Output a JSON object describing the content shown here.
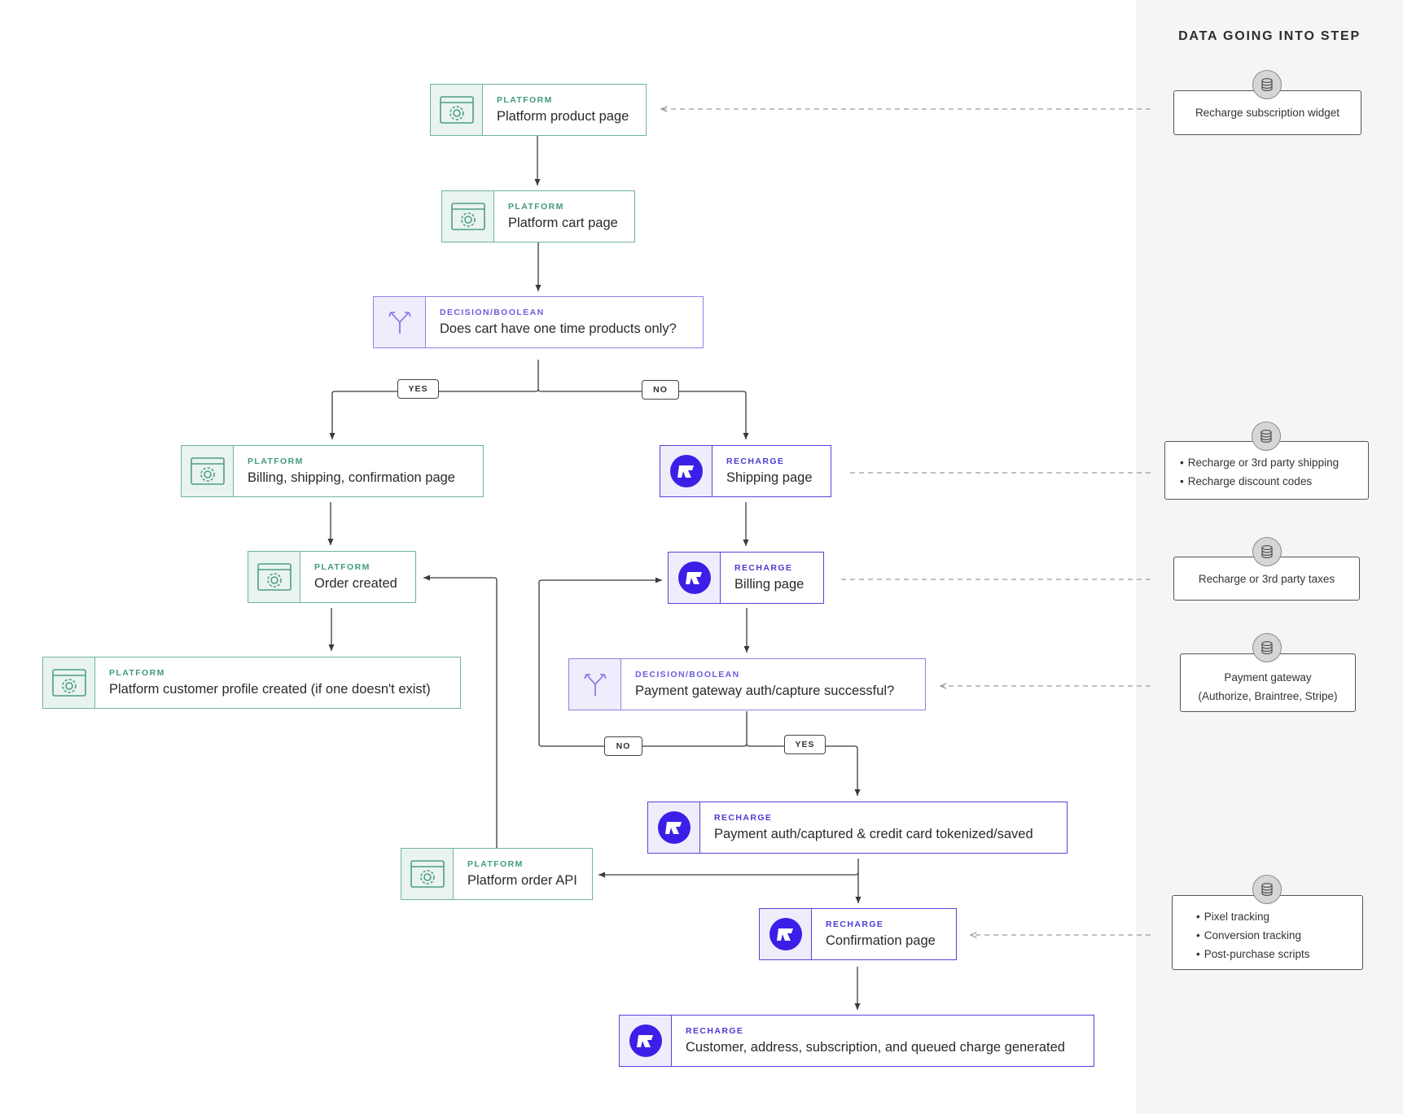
{
  "side_panel": {
    "title": "DATA GOING INTO STEP"
  },
  "nodes": {
    "product_page": {
      "category": "PLATFORM",
      "label": "Platform product page",
      "icon": "browser-gear-icon"
    },
    "cart_page": {
      "category": "PLATFORM",
      "label": "Platform cart page",
      "icon": "browser-gear-icon"
    },
    "decision_cart": {
      "category": "DECISION/BOOLEAN",
      "label": "Does cart have one time products only?",
      "icon": "split-arrow-icon"
    },
    "billing_confirm": {
      "category": "PLATFORM",
      "label": "Billing, shipping, confirmation page",
      "icon": "browser-gear-icon"
    },
    "order_created": {
      "category": "PLATFORM",
      "label": "Order created",
      "icon": "browser-gear-icon"
    },
    "customer_profile": {
      "category": "PLATFORM",
      "label": "Platform customer profile created (if one doesn't exist)",
      "icon": "browser-gear-icon"
    },
    "shipping_page": {
      "category": "RECHARGE",
      "label": "Shipping page",
      "icon": "recharge-logo-icon"
    },
    "billing_page": {
      "category": "RECHARGE",
      "label": "Billing page",
      "icon": "recharge-logo-icon"
    },
    "decision_payment": {
      "category": "DECISION/BOOLEAN",
      "label": "Payment gateway auth/capture successful?",
      "icon": "split-arrow-icon"
    },
    "payment_captured": {
      "category": "RECHARGE",
      "label": "Payment auth/captured & credit card tokenized/saved",
      "icon": "recharge-logo-icon"
    },
    "order_api": {
      "category": "PLATFORM",
      "label": "Platform order API",
      "icon": "browser-gear-icon"
    },
    "confirmation_page": {
      "category": "RECHARGE",
      "label": "Confirmation page",
      "icon": "recharge-logo-icon"
    },
    "customer_generated": {
      "category": "RECHARGE",
      "label": "Customer, address, subscription, and queued charge generated",
      "icon": "recharge-logo-icon"
    }
  },
  "branch_labels": {
    "cart_yes": "YES",
    "cart_no": "NO",
    "payment_no": "NO",
    "payment_yes": "YES"
  },
  "data_inputs": {
    "widget": {
      "text": "Recharge subscription widget",
      "icon": "database-icon"
    },
    "shipping": {
      "items": [
        "Recharge or 3rd party shipping",
        "Recharge discount codes"
      ],
      "icon": "database-icon"
    },
    "taxes": {
      "text": "Recharge or 3rd party taxes",
      "icon": "database-icon"
    },
    "gateway": {
      "line1": "Payment gateway",
      "line2": "(Authorize, Braintree, Stripe)",
      "icon": "database-icon"
    },
    "tracking": {
      "items": [
        "Pixel tracking",
        "Conversion tracking",
        "Post-purchase scripts"
      ],
      "icon": "database-icon"
    }
  },
  "colors": {
    "platform": "#6fb3a0",
    "recharge": "#5446d8",
    "decision": "#8d84e6",
    "recharge_logo": "#3c1fe6",
    "side_panel": "#f5f5f5"
  }
}
